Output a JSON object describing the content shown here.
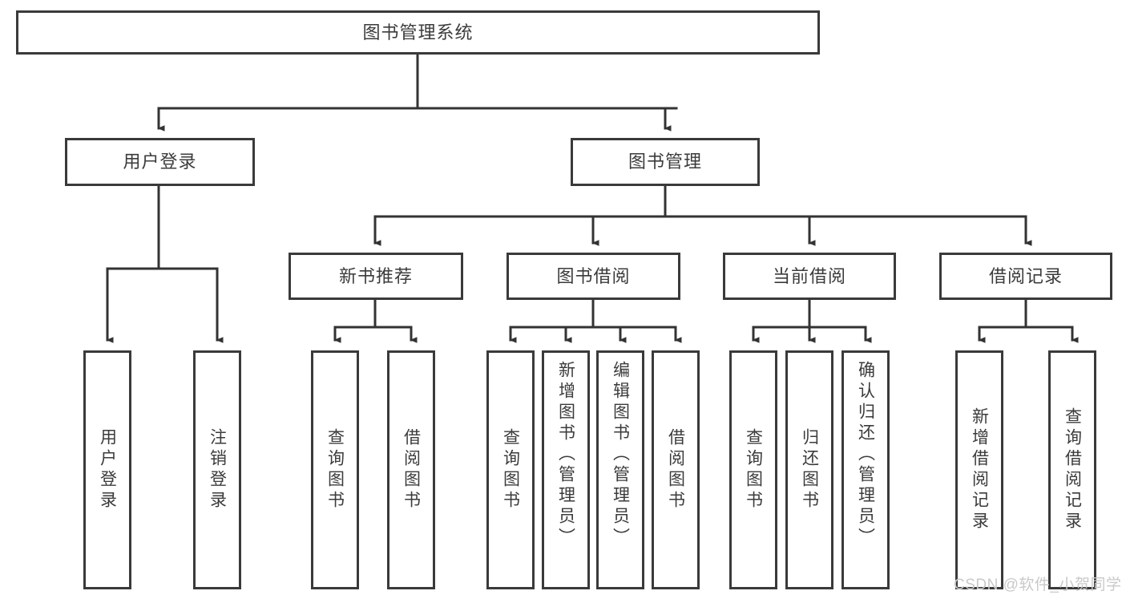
{
  "diagram": {
    "type": "tree",
    "root": {
      "label": "图书管理系统"
    },
    "level2": [
      {
        "label": "用户登录"
      },
      {
        "label": "图书管理"
      }
    ],
    "level3": [
      {
        "label": "新书推荐"
      },
      {
        "label": "图书借阅"
      },
      {
        "label": "当前借阅"
      },
      {
        "label": "借阅记录"
      }
    ],
    "leaves": {
      "user_login": [
        {
          "label": "用户登录"
        },
        {
          "label": "注销登录"
        }
      ],
      "new_book": [
        {
          "label": "查询图书"
        },
        {
          "label": "借阅图书"
        }
      ],
      "borrow_book": [
        {
          "label": "查询图书"
        },
        {
          "label": "新增图书（管理员）"
        },
        {
          "label": "编辑图书（管理员）"
        },
        {
          "label": "借阅图书"
        }
      ],
      "current_borrow": [
        {
          "label": "查询图书"
        },
        {
          "label": "归还图书"
        },
        {
          "label": "确认归还（管理员）"
        }
      ],
      "borrow_record": [
        {
          "label": "新增借阅记录"
        },
        {
          "label": "查询借阅记录"
        }
      ]
    }
  },
  "watermark": {
    "text": "CSDN @软件_小贺同学"
  },
  "colors": {
    "background": "#ffffff",
    "box_border": "#3a3a3a",
    "text": "#3b3b3b",
    "connector": "#333333",
    "watermark": "#c9c9c9"
  }
}
